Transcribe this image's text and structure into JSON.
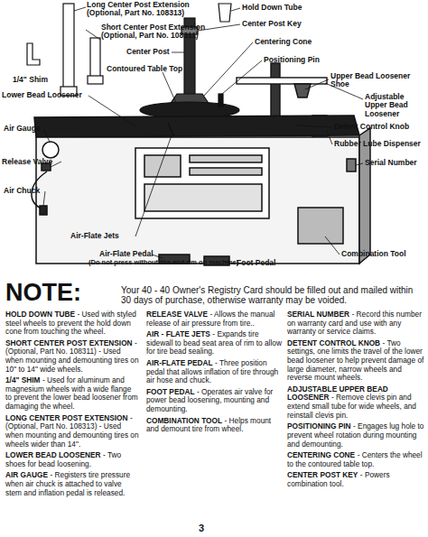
{
  "diagram": {
    "labels": [
      "Long Center Post Extension (Optional, Part No. 108313)",
      "Short Center Post Extension (Optional, Part No. 108311)",
      "Hold Down Tube",
      "Center Post Key",
      "Center Post",
      "Centering Cone",
      "Positioning Pin",
      "Contoured Table Top",
      "1/4\" Shim",
      "Lower Bead Loosener",
      "Upper Bead Loosener Shoe",
      "Adjustable Upper Bead Loosener",
      "Detent Control Knob",
      "Rubber Lube Dispenser",
      "Serial Number",
      "Air Gauge",
      "Release Valve",
      "Air Chuck",
      "Air-Flate Jets",
      "Air-Flate Pedal",
      "(Do not press without tire and rim on machine)",
      "Foot Pedal",
      "Combination Tool",
      "NOTE:",
      "Your 40 - 40 Owner's Registry Card should be filled out and mailed within 30 days of purchase, otherwise warranty may be voided.",
      "HOLD DOWN TUBE",
      "- Used with styled steel wheels to prevent the hold down cone from touching the wheel.",
      "SHORT CENTER POST EXTENSION",
      "- (Optional, Part No. 108311) - Used when mounting and demounting tires on 10\" to 14\" wide wheels.",
      "1/4\" SHIM",
      "- Used for aluminum and magnesium wheels with a wide flange to prevent the lower bead loosener from damaging the wheel.",
      "LONG CENTER POST EXTENSION",
      "- (Optional, Part No. 108313) - Used when mounting and demounting tires on wheels wider than 14\".",
      "LOWER BEAD LOOSENER",
      "- Two shoes for bead loosening.",
      "AIR GAUGE",
      "- Registers tire pressure when air chuck is attached to valve stem and inflation pedal is released.",
      "RELEASE VALVE",
      "- Allows the manual release of air pressure from tire..",
      "AIR - FLATE JETS",
      "- Expands tire sidewall to bead seat area of rim to allow for tire bead sealing.",
      "AIR-FLATE PEDAL",
      "- Three position pedal that allows inflation of tire through air hose and chuck.",
      "FOOT PEDAL",
      "- Operates air valve for power bead loosening, mounting and demounting.",
      "COMBINATION TOOL",
      "- Helps mount and demount tire from wheel.",
      "SERIAL NUMBER",
      "- Record this number on warranty card and use with any warranty or service claims.",
      "DETENT CONTROL KNOB",
      "- Two settings, one limits the travel of the lower bead loosener to help prevent damage of large diameter, narrow wheels and reverse mount wheels.",
      "ADJUSTABLE UPPER BEAD LOOSENER",
      "- Remove clevis pin and extend small tube for wide wheels, and reinstall clevis pin.",
      "POSITIONING PIN",
      "- Engages lug hole to prevent wheel rotation during mounting and demounting.",
      "CENTERING CONE",
      "- Centers the wheel to the contoured table top.",
      "CENTER POST KEY",
      "- Powers combination tool.",
      "3"
    ]
  }
}
